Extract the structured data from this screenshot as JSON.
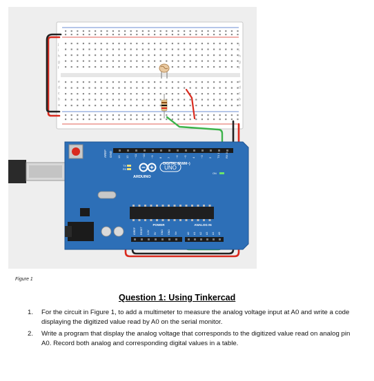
{
  "figure": {
    "caption": "Figure 1",
    "arduino": {
      "brand": "ARDUINO",
      "model": "UNO",
      "digital_label": "DIGITAL (PWM~)",
      "power_label": "POWER",
      "analog_label": "ANALOG IN",
      "tx_label": "TX",
      "rx_label": "RX",
      "on_label": "ON",
      "aref_label": "AREF",
      "gnd_label": "GND",
      "digital_pins": [
        "13",
        "12",
        "~11",
        "~10",
        "~9",
        "8",
        "7",
        "~6",
        "~5",
        "4",
        "~3",
        "2",
        "TX 1",
        "RX 0"
      ],
      "analog_pins": [
        "A0",
        "A1",
        "A2",
        "A3",
        "A4",
        "A5"
      ],
      "power_pins": [
        "IOREF",
        "RESET",
        "3.3V",
        "5V",
        "GND",
        "GND",
        "Vin"
      ]
    },
    "breadboard": {
      "row_labels_left": [
        "a",
        "b",
        "c",
        "d",
        "e",
        "f",
        "g",
        "h",
        "i",
        "j"
      ]
    },
    "colors": {
      "board": "#2d6fb7",
      "wire_red": "#d92a1e",
      "wire_black": "#222222",
      "wire_green": "#3cb34a",
      "breadboard": "#ffffff",
      "panel": "#eeeeee"
    }
  },
  "question": {
    "title": "Question 1: Using Tinkercad",
    "items": [
      {
        "number": "1.",
        "text": "For the circuit in Figure 1, to add a multimeter  to measure the analog voltage input at A0 and write a code displaying the digitized value read by A0 on the serial monitor."
      },
      {
        "number": "2.",
        "text": "Write a program that display the analog voltage that corresponds to the digitized value  read on analog pin A0. Record both analog and corresponding digital values in a table."
      }
    ]
  }
}
